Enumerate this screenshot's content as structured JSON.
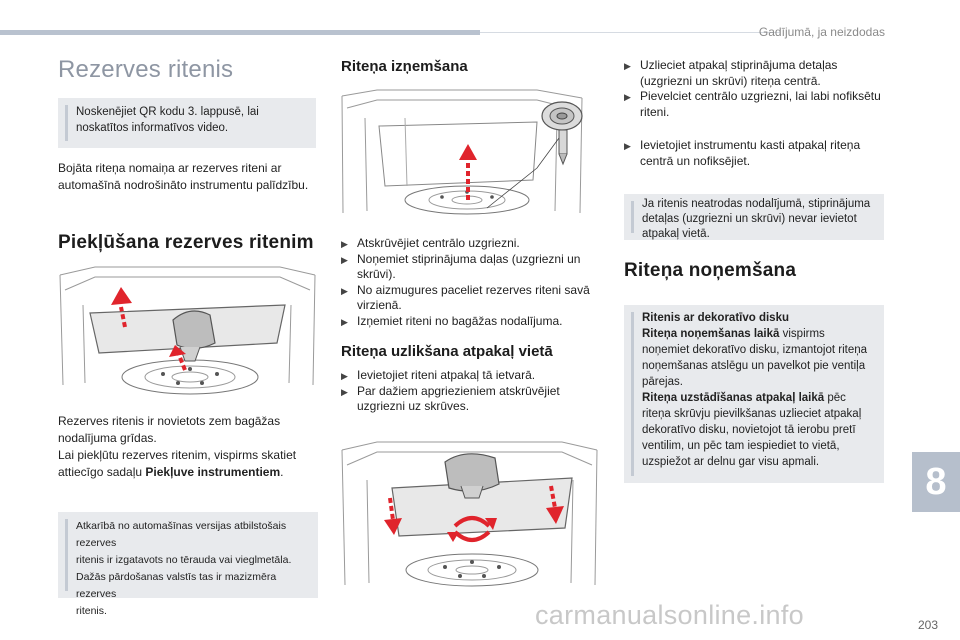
{
  "header": {
    "section_title": "Gadījumā, ja neizdodas"
  },
  "page": {
    "title": "Rezerves ritenis",
    "number": "203",
    "chapter": "8"
  },
  "col1": {
    "qr_note": "Noskenējiet QR kodu 3. lappusē, lai noskatītos informatīvos video.",
    "intro": "Bojāta riteņa nomaiņa ar rezerves riteni ar automašīnā nodrošināto instrumentu palīdzību.",
    "access_heading": "Piekļūšana rezerves ritenim",
    "location_text_1": "Rezerves ritenis ir novietots zem bagāžas nodalījuma grīdas.",
    "location_text_2": "Lai piekļūtu rezerves ritenim, vispirms skatiet attiecīgo sadaļu ",
    "location_text_bold": "Piekļuve instrumentiem",
    "location_text_end": ".",
    "version_note": [
      "Atkarībā no automašīnas versijas atbilstošais rezerves",
      "ritenis ir izgatavots no tērauda vai vieglmetāla.",
      "Dažās pārdošanas valstīs tas ir mazizmēra rezerves",
      "ritenis."
    ]
  },
  "col2": {
    "removal_heading": "Riteņa izņemšana",
    "removal_steps": [
      "Atskrūvējiet centrālo uzgriezni.",
      "Noņemiet stiprinājuma daļas (uzgriezni un skrūvi).",
      "No aizmugures paceliet rezerves riteni savā virzienā.",
      "Izņemiet riteni no bagāžas nodalījuma."
    ],
    "refit_heading": "Riteņa uzlikšana atpakaļ vietā",
    "refit_steps": [
      "Ievietojiet riteni atpakaļ tā ietvarā.",
      "Par dažiem apgriezieniem atskrūvējiet uzgriezni uz skrūves."
    ]
  },
  "col3": {
    "refit_steps_cont": [
      "Uzlieciet atpakaļ stiprinājuma detaļas (uzgriezni un skrūvi) riteņa centrā.",
      "Pievelciet centrālo uzgriezni, lai labi nofiksētu riteni."
    ],
    "refit_step_tools": "Ievietojiet instrumentu kasti atpakaļ riteņa centrā un nofiksējiet.",
    "missing_parts_note": "Ja ritenis neatrodas nodalījumā, stiprinājuma detaļas (uzgriezni un skrūvi) nevar ievietot atpakaļ vietā.",
    "wheel_removal_heading": "Riteņa noņemšana",
    "trim_note": {
      "title": "Ritenis ar dekoratīvo disku",
      "removing_label": "Riteņa noņemšanas laikā",
      "removing_text": " vispirms noņemiet dekoratīvo disku, izmantojot riteņa noņemšanas atslēgu un pavelkot pie ventiļa pārejas.",
      "fitting_label": "Riteņa uzstādīšanas atpakaļ laikā",
      "fitting_text": " pēc riteņa skrūvju pievilkšanas uzlieciet atpakaļ dekoratīvo disku, novietojot tā ierobu pretī ventilim, un pēc tam iespiediet to vietā, uzspiežot ar delnu gar visu apmali."
    }
  },
  "watermark": "carmanualsonline.info",
  "colors": {
    "accent": "#b6bfcc",
    "note_bg": "#e8eaed",
    "arrow_red": "#e0242c",
    "title_gray": "#8e96a3"
  },
  "icons": {
    "note_marker": "info-bar-icon",
    "bullet": "triangle-bullet-icon"
  }
}
